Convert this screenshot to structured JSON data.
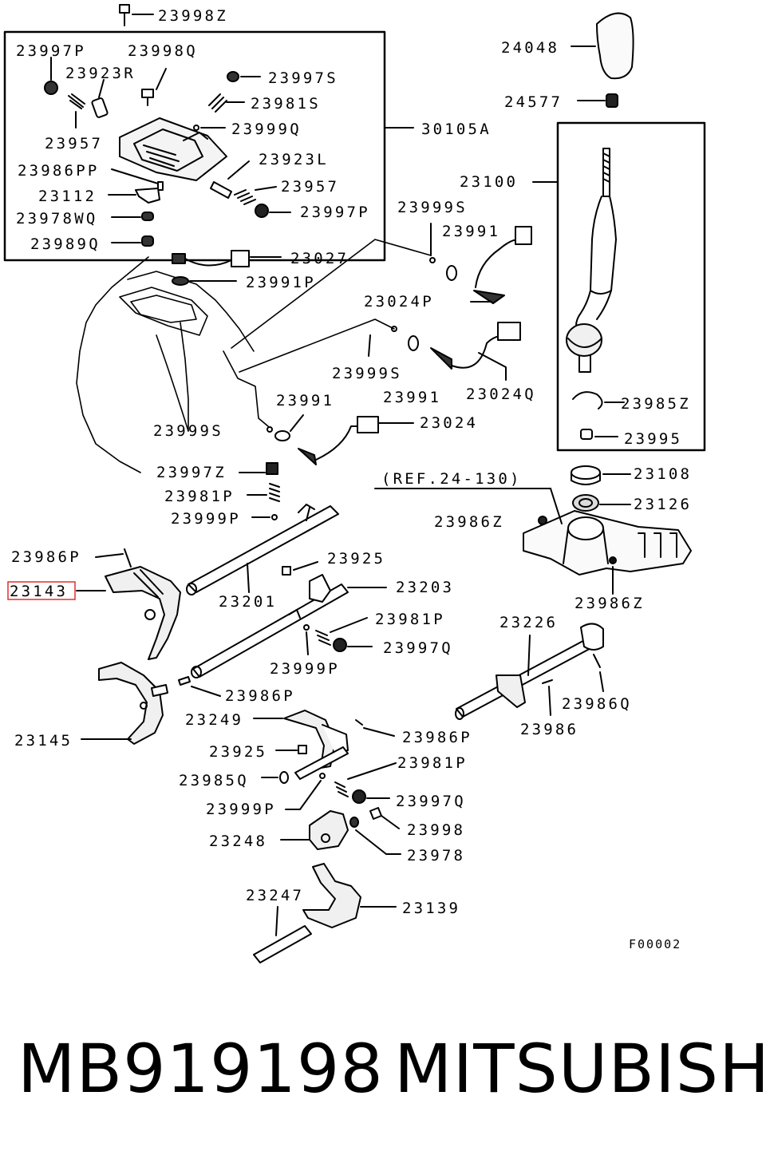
{
  "diagram": {
    "figure_code": "F00002",
    "highlight_color": "#e0302a",
    "reference_label": "(REF.24-130)",
    "callouts": [
      "23998Z",
      "23997P",
      "23998Q",
      "23923R",
      "23997S",
      "23981S",
      "23999Q",
      "30105A",
      "23957",
      "23986PP",
      "23923L",
      "23112",
      "23957",
      "23978WQ",
      "23997P",
      "23989Q",
      "24048",
      "24577",
      "23100",
      "23999S",
      "23991",
      "23027",
      "23991P",
      "23024P",
      "23999S",
      "23991",
      "23024Q",
      "23991",
      "23024",
      "23999S",
      "23985Z",
      "23995",
      "23997Z",
      "23108",
      "23981P",
      "23126",
      "23999P",
      "23986Z",
      "23986P",
      "23925",
      "23143",
      "23201",
      "23203",
      "23981P",
      "23997Q",
      "23999P",
      "23226",
      "23986Z",
      "23986P",
      "23986Q",
      "23249",
      "23986P",
      "23145",
      "23986",
      "23925",
      "23981P",
      "23985Q",
      "23997Q",
      "23999P",
      "23998",
      "23248",
      "23978",
      "23247",
      "23139"
    ],
    "highlighted_callout": "23143"
  },
  "footer": {
    "part_number": "MB919198",
    "brand": "MITSUBISHI"
  }
}
